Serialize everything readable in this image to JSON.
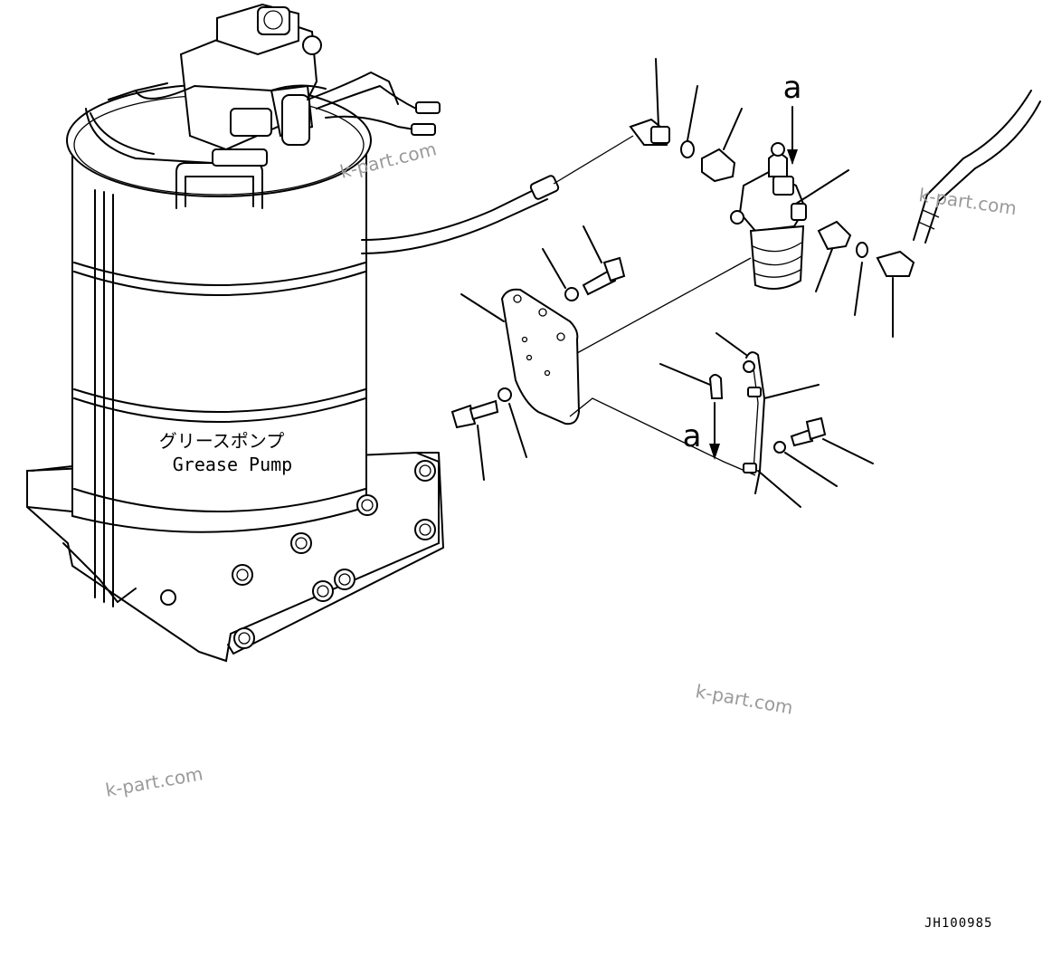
{
  "label_jp": "グリースポンプ",
  "label_en": "Grease Pump",
  "view_marker": "a",
  "watermark": "k-part.com",
  "drawing_code": "JH100985"
}
